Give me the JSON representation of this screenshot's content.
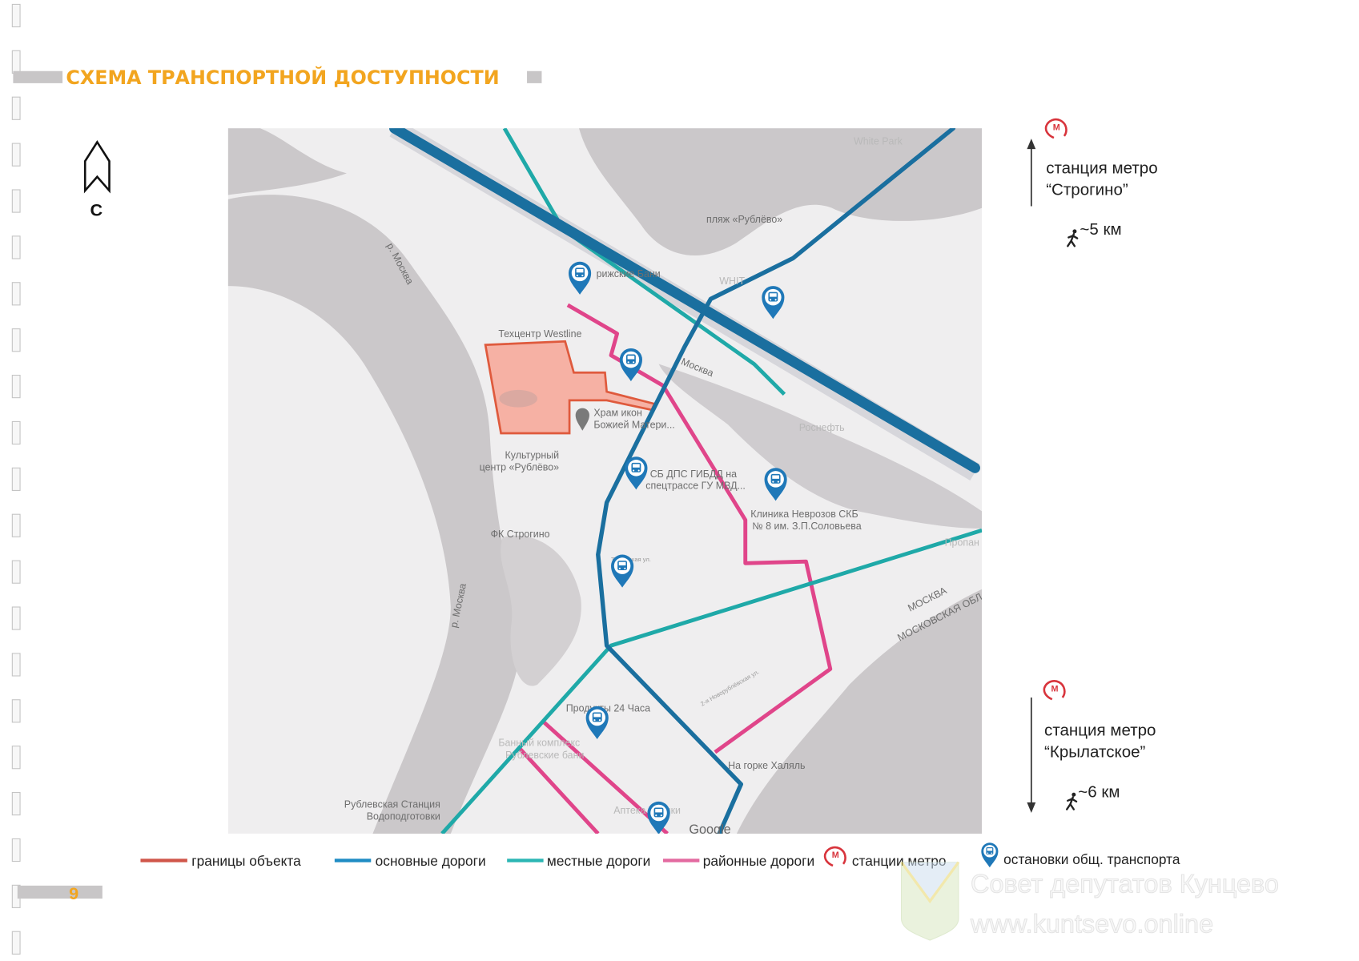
{
  "page": {
    "title": "СХЕМА ТРАНСПОРТНОЙ ДОСТУПНОСТИ",
    "page_number": "9",
    "north_label": "С"
  },
  "map": {
    "labels": {
      "white_park": "White Park",
      "beach": "пляж «Рублёво»",
      "baths": "рижские Бани",
      "white": "WHIT",
      "techcenter": "Техцентр Westline",
      "temple_1": "Храм икон",
      "temple_2": "Божией Матери...",
      "culture_1": "Культурный",
      "culture_2": "центр «Рублёво»",
      "police_1": "СБ ДПС ГИБДД на",
      "police_2": "спецтрассе ГУ МВД...",
      "clinic_1": "Клиника Неврозов СКБ",
      "clinic_2": "№ 8 им. З.П.Соловьева",
      "fc": "ФК Строгино",
      "rosneft": "Роснефть",
      "propan": "Пропан",
      "river_1": "р. Москва",
      "river_2": "р. Москва",
      "road_moskva": "Москва",
      "border_moskva": "МОСКВА",
      "border_oblast": "МОСКОВСКАЯ ОБЛ.",
      "products": "Продукты 24 Часа",
      "banya_1": "Банный комплекс",
      "banya_2": "Рублевские бани",
      "halal": "На горке Халяль",
      "water_1": "Рублевская Станция",
      "water_2": "Водоподготовки",
      "pharmacy": "Аптека Улички",
      "google": "Google",
      "street_1": "Таманская ул.",
      "street_2": "2-я Новорублёвская ул."
    }
  },
  "metro_notes": [
    {
      "line1": "станция метро",
      "line2": "“Строгино”",
      "distance": "~5 км",
      "direction": "up"
    },
    {
      "line1": "станция метро",
      "line2": "“Крылатское”",
      "distance": "~6 км",
      "direction": "down"
    }
  ],
  "legend": [
    {
      "label": "границы объекта",
      "color": "#d0564a",
      "icon": "line"
    },
    {
      "label": "основные дороги",
      "color": "#1f8cc4",
      "icon": "line"
    },
    {
      "label": "местные дороги",
      "color": "#2bb6b4",
      "icon": "line"
    },
    {
      "label": "районные дороги",
      "color": "#e36aa0",
      "icon": "line"
    },
    {
      "label": "станции метро",
      "color": "#d8343c",
      "icon": "metro-icon"
    },
    {
      "label": "остановки общ. транспорта",
      "color": "#1f78b8",
      "icon": "bus-stop-icon"
    }
  ],
  "watermark": {
    "line1": "Совет депутатов Кунцево",
    "line2": "www.kuntsevo.online"
  },
  "colors": {
    "title": "#f2a51f",
    "main_road": "#1a6f9f",
    "local_road": "#1fa9a8",
    "district_road": "#e0458a",
    "object_fill": "#f6b1a4",
    "object_stroke": "#df5a3d",
    "metro": "#d8343c",
    "bus_stop": "#1f78b8"
  }
}
